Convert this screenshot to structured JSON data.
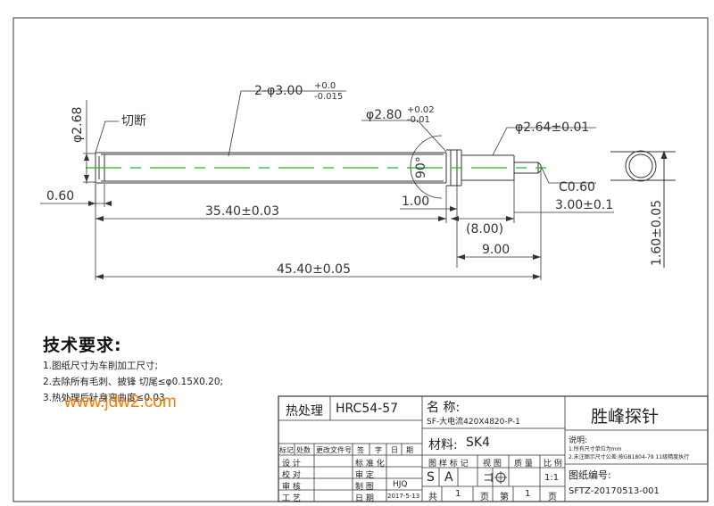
{
  "dimensions": {
    "d_cut": "φ2.68",
    "cut_label": "切断",
    "d_body": "2-φ3.00",
    "d_body_tol_up": "+0.0",
    "d_body_tol_dn": "-0.015",
    "d_neck": "φ2.80",
    "d_neck_tol_up": "+0.02",
    "d_neck_tol_dn": "-0.01",
    "d_tip": "φ2.64±0.01",
    "angle": "90°",
    "chamfer": "C0.60",
    "len_cut": "0.60",
    "len_body": "35.40±0.03",
    "len_collar": "1.00",
    "len_ref": "(8.00)",
    "len_tip": "3.00±0.1",
    "len_neck": "9.00",
    "len_total": "45.40±0.05",
    "side_dim": "1.60±0.05"
  },
  "notes": {
    "title": "技术要求:",
    "items": [
      "1.图纸尺寸为车削加工尺寸;",
      "2.去除所有毛刺、披锋  切尾≤φ0.15X0.20;",
      "3.热处理后针身弯曲度≤0.03"
    ]
  },
  "watermark": "www.jdw2.com",
  "title_block": {
    "heat_treatment_label": "热处理",
    "heat_treatment_value": "HRC54-57",
    "name_label": "名 称:",
    "name_value": "SF-大电流420X4820-P-1",
    "company": "胜峰探针",
    "material_label": "材料:",
    "material_value": "SK4",
    "rev_headers": [
      "标记",
      "处数",
      "更改文件号",
      "签",
      "字",
      "日",
      "期"
    ],
    "roles": [
      "设  计",
      "校  对",
      "审  核",
      "工  艺"
    ],
    "mid_roles": [
      "标 准 化",
      "审    定",
      "制    图",
      "日    期"
    ],
    "drawn_by": "HJQ",
    "date": "2017-5-13",
    "stage_headers": [
      "图 样 标 记",
      "视 图",
      "质 量",
      "比 例"
    ],
    "stage_marks": [
      "S",
      "A"
    ],
    "scale": "1:1",
    "sheets": [
      "共",
      "1",
      "页",
      "第",
      "1",
      "页"
    ],
    "remarks_title": "说明:",
    "remarks": [
      "1.所有尺寸单位为mm",
      "2.未注图示尺寸公差:按GB1804-79 11级精度执行"
    ],
    "drawing_no_label": "图纸编号:",
    "drawing_no": "SFTZ-20170513-001"
  }
}
